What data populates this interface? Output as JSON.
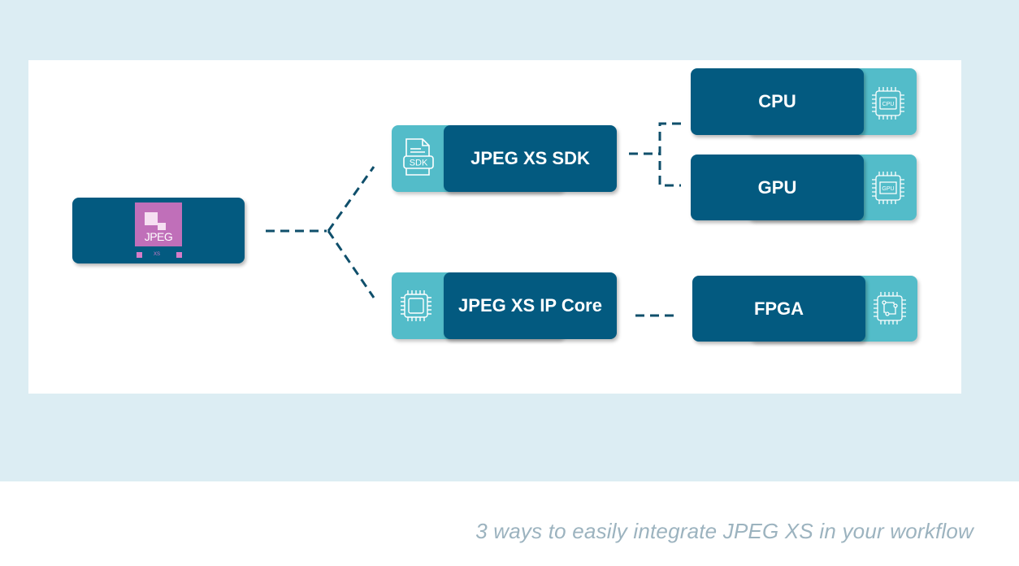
{
  "diagram": {
    "source_logo": {
      "text": "JPEG",
      "subtext": "XS"
    },
    "branches": [
      {
        "label": "JPEG XS SDK",
        "icon": "sdk-document-icon",
        "icon_text": "SDK"
      },
      {
        "label": "JPEG XS IP Core",
        "icon": "chip-icon"
      }
    ],
    "targets": [
      {
        "label": "CPU",
        "icon": "cpu-chip-icon",
        "icon_text": "CPU"
      },
      {
        "label": "GPU",
        "icon": "gpu-chip-icon",
        "icon_text": "GPU"
      },
      {
        "label": "FPGA",
        "icon": "fpga-chip-icon"
      }
    ]
  },
  "caption": "3 ways to easily integrate JPEG XS in your workflow",
  "colors": {
    "navy": "#035a80",
    "teal": "#53bcc9",
    "background": "#dcedf3",
    "logo": "#c06fb9",
    "caption": "#9cb3bf"
  }
}
